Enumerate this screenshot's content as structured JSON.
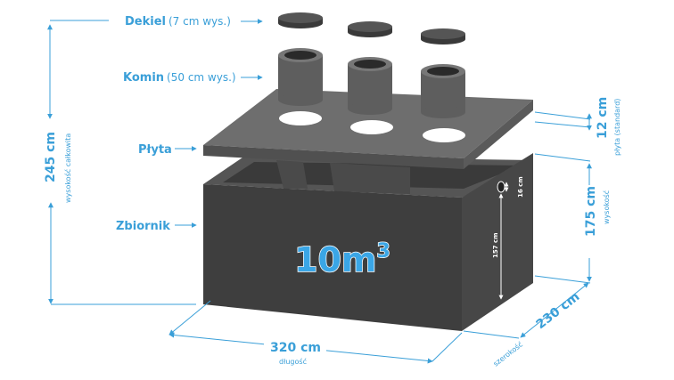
{
  "labels": {
    "cover": {
      "name": "Dekiel",
      "detail": "(7 cm wys.)"
    },
    "chimney": {
      "name": "Komin",
      "detail": "(50 cm wys.)"
    },
    "slab": {
      "name": "Płyta"
    },
    "tank": {
      "name": "Zbiornik"
    }
  },
  "dimensions": {
    "total_height": {
      "value": "245 cm",
      "caption": "wysokość całkowita"
    },
    "slab_thickness": {
      "value": "12 cm",
      "caption": "płyta (standard)"
    },
    "height": {
      "value": "175 cm",
      "caption": "wysokość"
    },
    "width": {
      "value": "230 cm",
      "caption": "szerokość"
    },
    "length": {
      "value": "320 cm",
      "caption": "długość"
    },
    "inlet": {
      "value": "16 cm"
    },
    "inlet_height": {
      "value": "157 cm"
    }
  },
  "capacity": {
    "value": "10m",
    "exponent": "3"
  },
  "colors": {
    "accent": "#3a9fd8",
    "concrete_dark": "#3e3e3e",
    "concrete_light": "#6b6b6b"
  }
}
